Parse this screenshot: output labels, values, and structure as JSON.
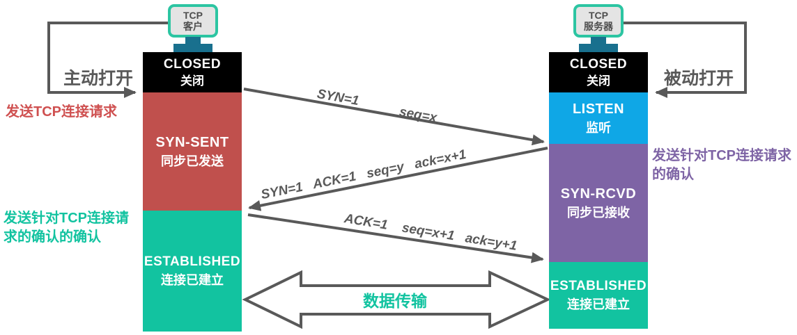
{
  "client": {
    "device_label": {
      "line1": "TCP",
      "line2": "客户"
    },
    "open_action": "主动打开",
    "states": {
      "closed": {
        "en": "CLOSED",
        "zh": "关闭"
      },
      "syn_sent": {
        "en": "SYN-SENT",
        "zh": "同步已发送"
      },
      "established": {
        "en": "ESTABLISHED",
        "zh": "连接已建立"
      }
    },
    "annotations": {
      "send_request": "发送TCP连接请求",
      "send_ack_of_ack_line1": "发送针对TCP连接请",
      "send_ack_of_ack_line2": "求的确认的确认"
    }
  },
  "server": {
    "device_label": {
      "line1": "TCP",
      "line2": "服务器"
    },
    "open_action": "被动打开",
    "states": {
      "closed": {
        "en": "CLOSED",
        "zh": "关闭"
      },
      "listen": {
        "en": "LISTEN",
        "zh": "监听"
      },
      "syn_rcvd": {
        "en": "SYN-RCVD",
        "zh": "同步已接收"
      },
      "established": {
        "en": "ESTABLISHED",
        "zh": "连接已建立"
      }
    },
    "annotations": {
      "send_ack_line1": "发送针对TCP连接请求",
      "send_ack_line2": "的确认"
    }
  },
  "messages": {
    "syn_flag": "SYN=1",
    "syn_seq": "seq=x",
    "syn_ack": "SYN=1   ACK=1   seq=y   ack=x+1",
    "ack": "ACK=1    seq=x+1   ack=y+1"
  },
  "data_transfer_label": "数据传输",
  "colors": {
    "closed_bg": "#000000",
    "syn_sent_bg": "#c0504d",
    "established_bg": "#12c3a0",
    "listen_bg": "#0fa7e6",
    "syn_rcvd_bg": "#7e64a5",
    "arrow_gray": "#595959",
    "monitor_border": "#2cc5a2",
    "monitor_stand": "#19708e",
    "annotation_red": "#cf5050",
    "annotation_green": "#12c3a0",
    "annotation_purple": "#7e64a5"
  }
}
